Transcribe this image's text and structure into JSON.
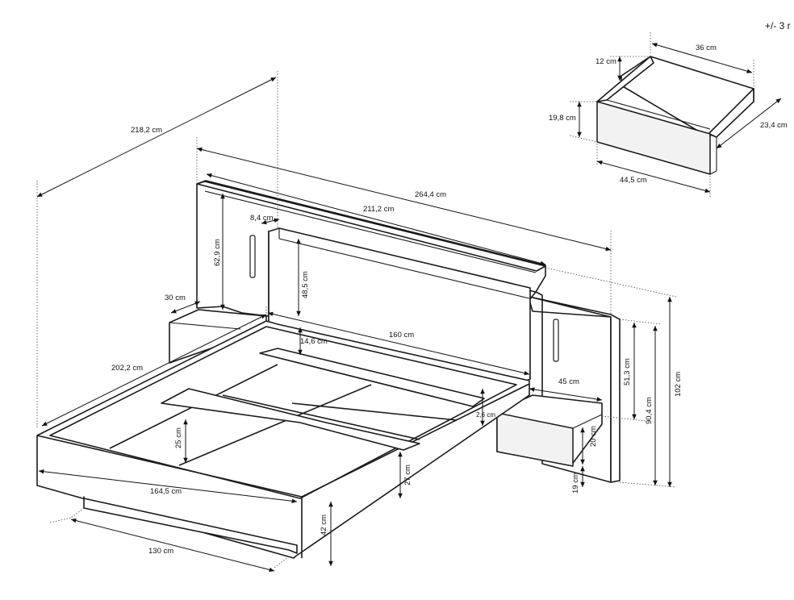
{
  "tolerance_note": "+/- 3 r",
  "dimensions": {
    "overall_depth": "218,2 cm",
    "overall_width": "264,4 cm",
    "headboard_width": "211,2 cm",
    "shelf_depth": "8,4 cm",
    "upper_panel_height": "62,9 cm",
    "headboard_panel_height": "48,5 cm",
    "nightstand_depth": "30 cm",
    "shelf_gap": "14,6 cm",
    "mattress_width": "160 cm",
    "frame_length": "202,2 cm",
    "nightstand_width": "45 cm",
    "headboard_height_side": "51,3 cm",
    "total_height": "90,4 cm",
    "max_height": "102 cm",
    "board_thickness": "2,6 cm",
    "nightstand_height": "20 cm",
    "nightstand_floor_gap": "19 cm",
    "slat_drop": "25 cm",
    "frame_height": "27 cm",
    "bed_height": "42 cm",
    "outer_width": "164,5 cm",
    "base_width": "130 cm"
  },
  "drawer": {
    "width": "36 cm",
    "side_height": "12 cm",
    "front_height": "19,8 cm",
    "depth": "23,4 cm",
    "front_width": "44,5 cm"
  }
}
